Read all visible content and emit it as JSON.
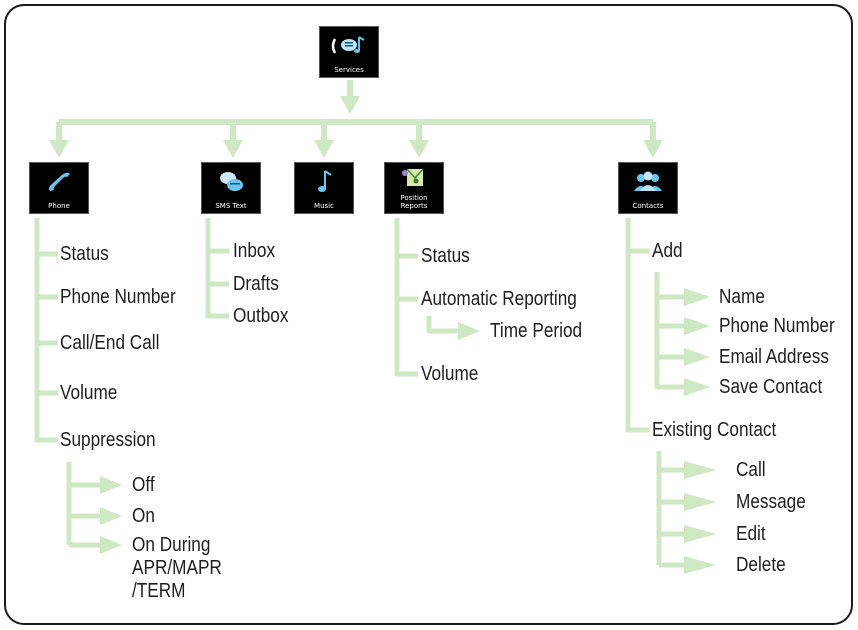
{
  "colors": {
    "connector": "#cde8c3",
    "node_bg": "#000000",
    "frame": "#1a1a1a",
    "text": "#1e1e1e"
  },
  "root": {
    "label": "Services",
    "icon": "services-icon"
  },
  "phone": {
    "label": "Phone",
    "icon": "phone-icon",
    "items": [
      "Status",
      "Phone Number",
      "Call/End Call",
      "Volume",
      "Suppression"
    ],
    "suppression_options": [
      "Off",
      "On",
      "On During",
      "APR/MAPR",
      "/TERM"
    ]
  },
  "sms": {
    "label": "SMS Text",
    "icon": "sms-icon",
    "items": [
      "Inbox",
      "Drafts",
      "Outbox"
    ]
  },
  "music": {
    "label": "Music",
    "icon": "music-note-icon"
  },
  "position": {
    "label_line1": "Position",
    "label_line2": "Reports",
    "icon": "position-reports-icon",
    "items": [
      "Status",
      "Automatic Reporting",
      "Time Period",
      "Volume"
    ]
  },
  "contacts": {
    "label": "Contacts",
    "icon": "contacts-icon",
    "items": [
      "Add",
      "Existing Contact"
    ],
    "add_options": [
      "Name",
      "Phone Number",
      "Email Address",
      "Save Contact"
    ],
    "existing_options": [
      "Call",
      "Message",
      "Edit",
      "Delete"
    ]
  }
}
